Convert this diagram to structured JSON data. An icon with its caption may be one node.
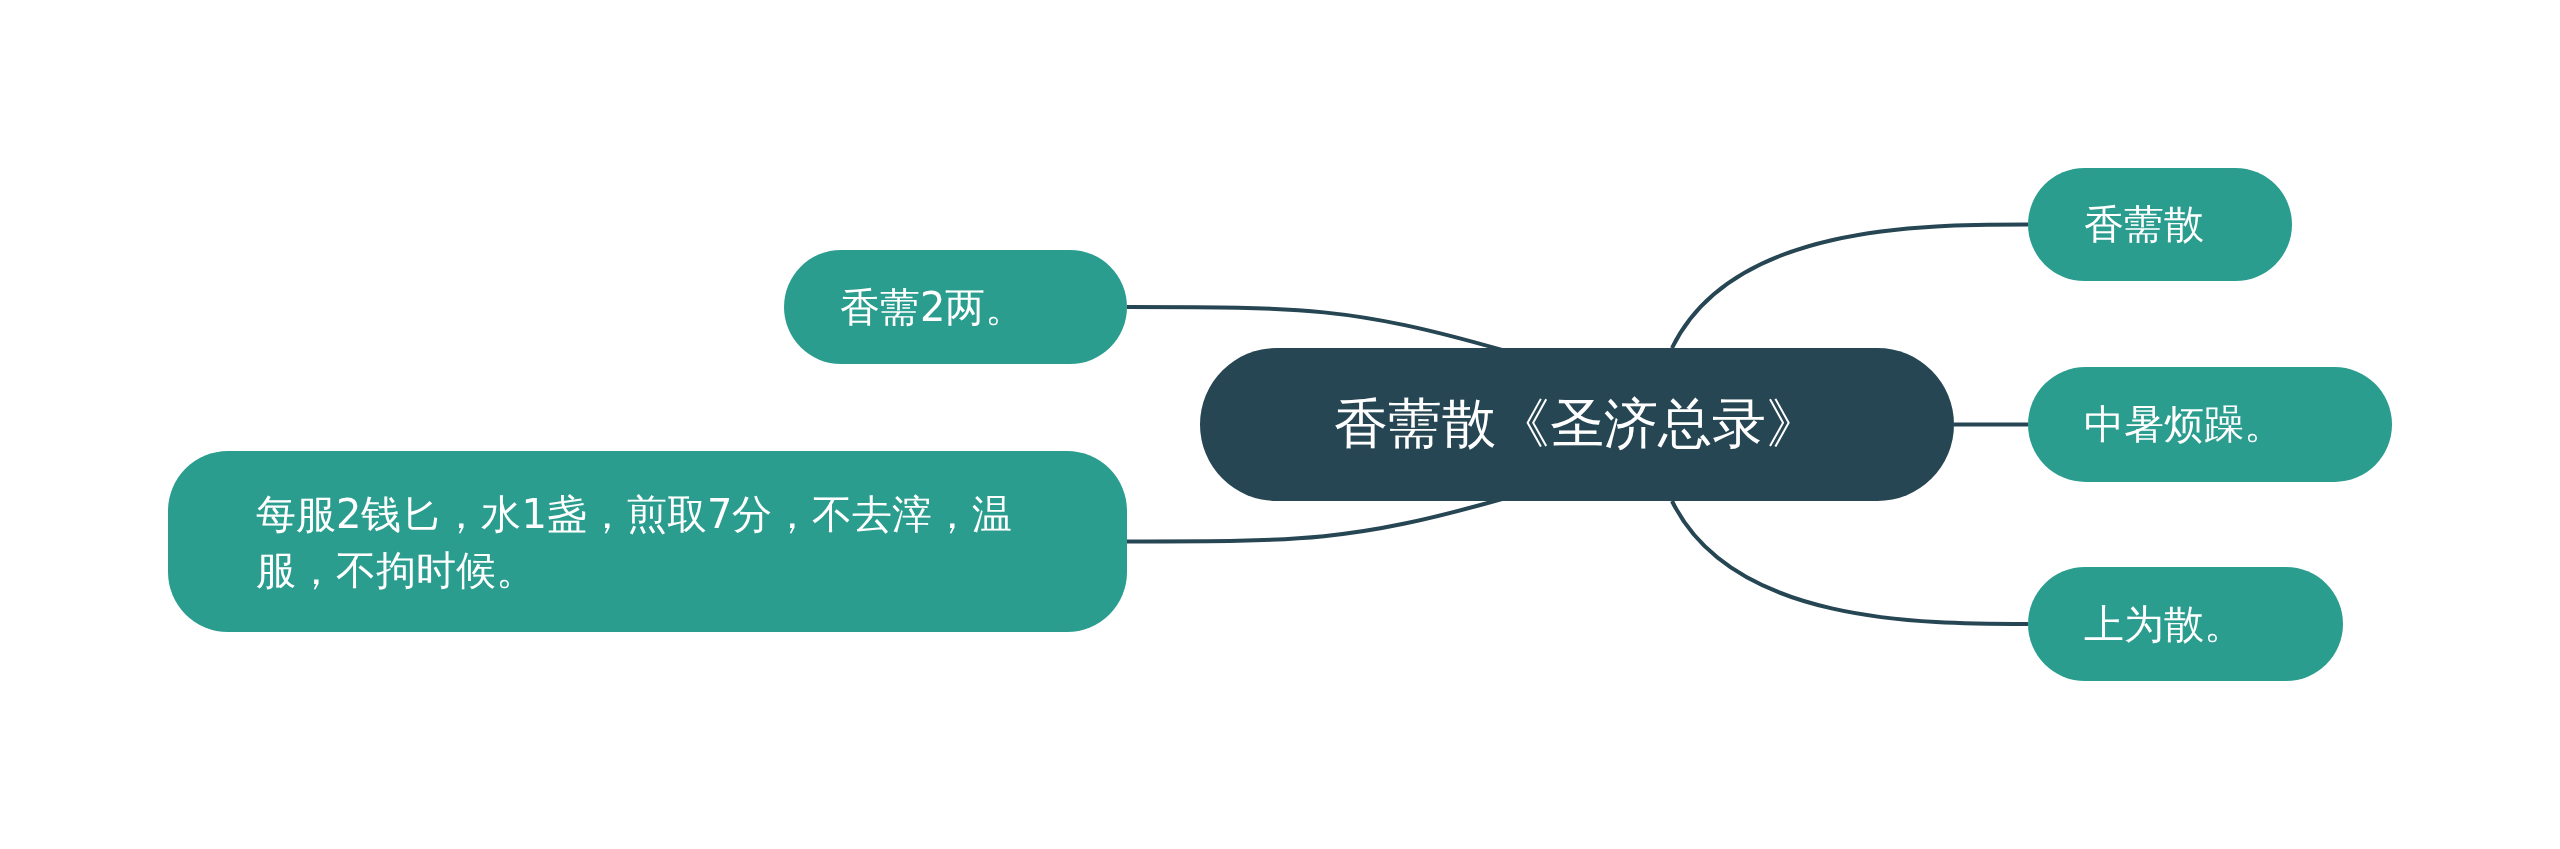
{
  "diagram": {
    "nodes": [
      {
        "text": [
          "香薷散《圣济总录》"
        ]
      },
      {
        "text": [
          "香薷散"
        ]
      },
      {
        "text": [
          "中暑烦躁。"
        ]
      },
      {
        "text": [
          "上为散。"
        ]
      },
      {
        "text": [
          "香薷2两。"
        ]
      },
      {
        "text": [
          "每服2钱匕，水1盏，煎取7分，不去滓，温服，不拘时候。"
        ]
      }
    ],
    "edges": [
      {
        "from": 0,
        "to": 1,
        "arrow": "none"
      },
      {
        "from": 0,
        "to": 2,
        "arrow": "none"
      },
      {
        "from": 0,
        "to": 3,
        "arrow": "none"
      },
      {
        "from": 0,
        "to": 4,
        "arrow": "none"
      },
      {
        "from": 0,
        "to": 5,
        "arrow": "none"
      }
    ]
  }
}
